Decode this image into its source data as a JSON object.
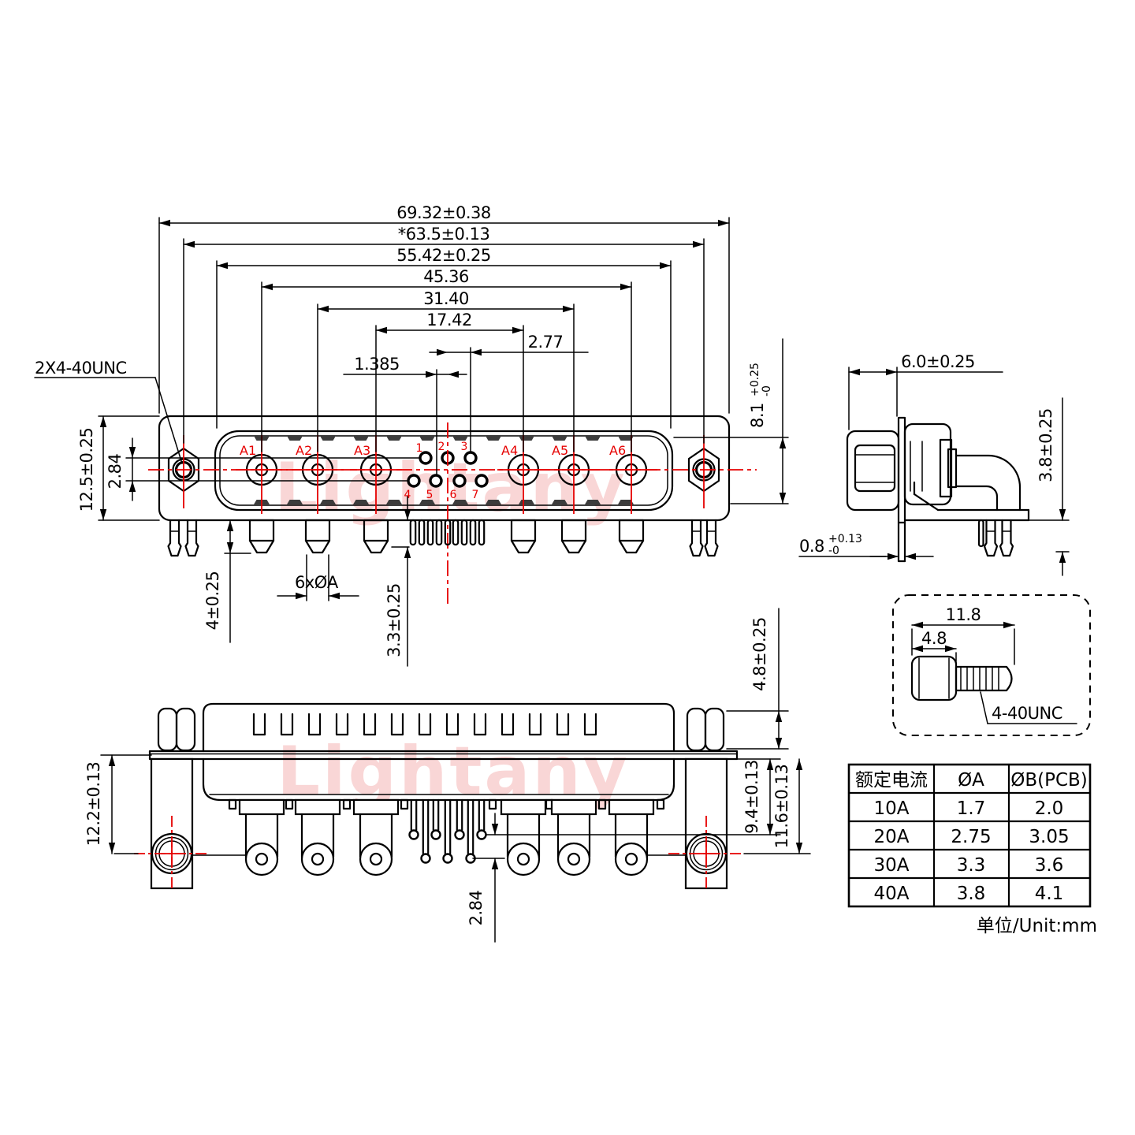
{
  "drawing": {
    "watermark": "Lightany",
    "front_view": {
      "thread_note": "2X4-40UNC",
      "dims": {
        "outer_width": "69.32±0.38",
        "mount_span": "*63.5±0.13",
        "shell_width": "55.42±0.25",
        "a_span": "45.36",
        "a_inner_span": "31.40",
        "a_center_span": "17.42",
        "pin_pitch": "2.77",
        "pin_half_pitch": "1.385",
        "flange_height": "12.5±0.25",
        "row_offset": "2.84",
        "peg_length": "4±0.25",
        "peg_dia": "6xØA",
        "pin_length": "3.3±0.25",
        "shell_height": "8.1",
        "shell_height_tol_plus": "+0.25",
        "shell_height_tol_minus": "-0"
      },
      "contacts": [
        "A1",
        "A2",
        "A3",
        "A4",
        "A5",
        "A6"
      ],
      "pins": [
        "1",
        "2",
        "3",
        "4",
        "5",
        "6",
        "7"
      ]
    },
    "side_view": {
      "dims": {
        "depth": "6.0±0.25",
        "standoff": "3.8±0.25",
        "plate": "0.8",
        "plate_tol_plus": "+0.13",
        "plate_tol_minus": "-0"
      }
    },
    "bottom_view": {
      "dims": {
        "hole_offset": "12.2±0.13",
        "short_pin": "9.4±0.13",
        "long_pin": "11.6±0.13",
        "nut_height": "4.8±0.25",
        "row_offset": "2.84"
      }
    },
    "screw_detail": {
      "dims": {
        "total_length": "11.8",
        "head_length": "4.8"
      },
      "thread_label": "4-40UNC"
    },
    "spec_table": {
      "headers": [
        "额定电流",
        "ØA",
        "ØB(PCB)"
      ],
      "rows": [
        [
          "10A",
          "1.7",
          "2.0"
        ],
        [
          "20A",
          "2.75",
          "3.05"
        ],
        [
          "30A",
          "3.3",
          "3.6"
        ],
        [
          "40A",
          "3.8",
          "4.1"
        ]
      ],
      "unit_note": "单位/Unit:mm"
    }
  }
}
